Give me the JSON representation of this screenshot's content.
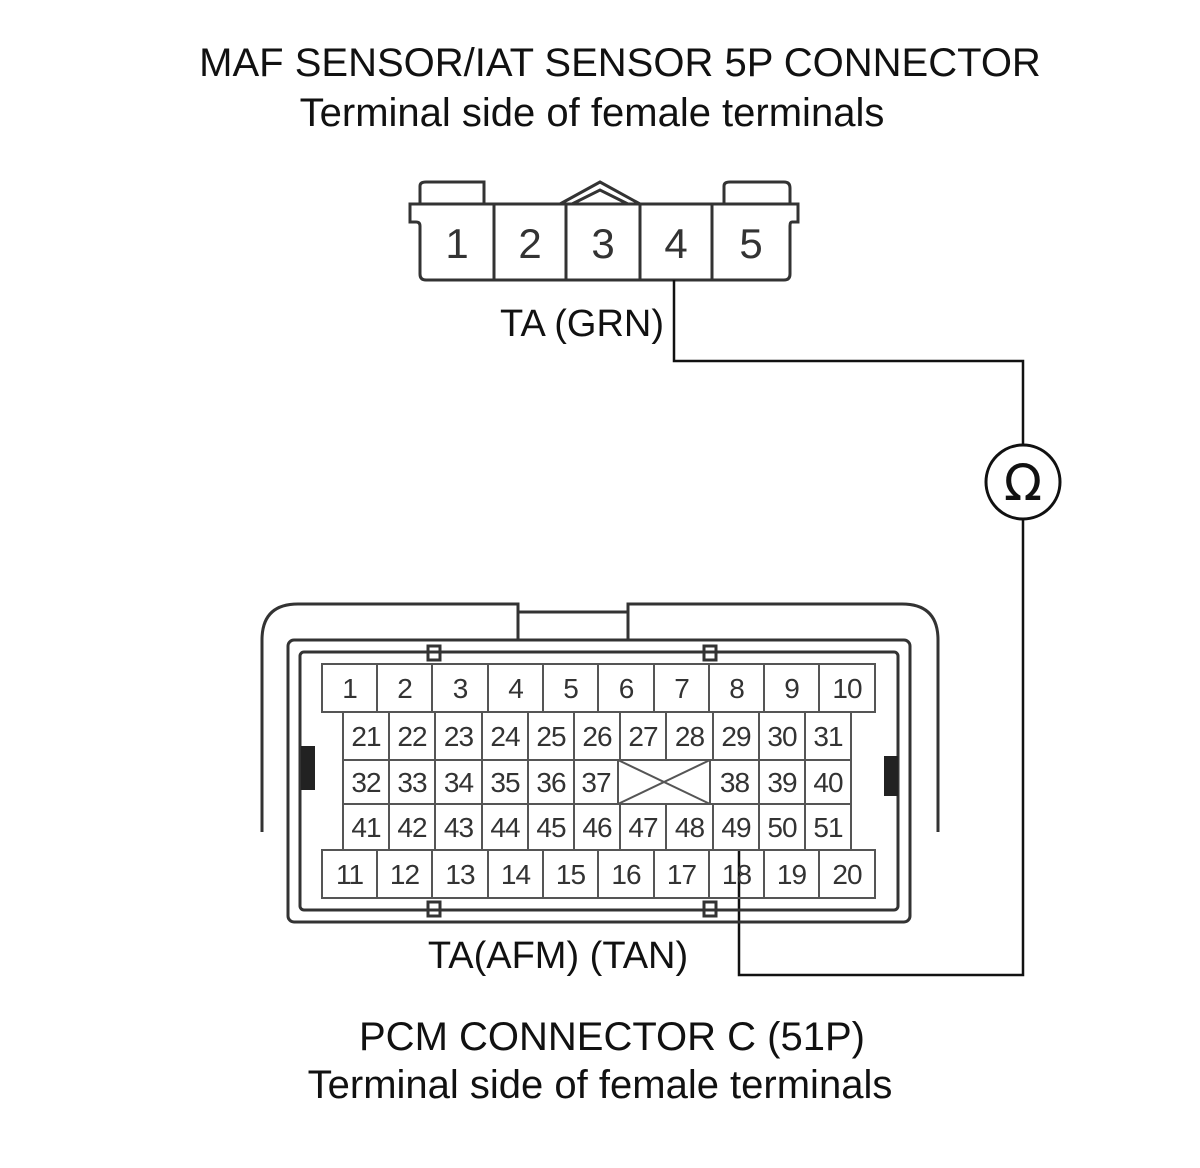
{
  "maf_connector": {
    "title": "MAF SENSOR/IAT SENSOR 5P CONNECTOR",
    "subtitle": "Terminal side of female terminals",
    "pins": [
      "1",
      "2",
      "3",
      "4",
      "5"
    ],
    "wire_label": "TA (GRN)"
  },
  "meter": {
    "symbol": "Ω",
    "icon": "ohmmeter-icon"
  },
  "pcm_connector": {
    "title": "PCM CONNECTOR C (51P)",
    "subtitle": "Terminal side of female terminals",
    "wire_label": "TA(AFM) (TAN)",
    "rows": [
      [
        "1",
        "2",
        "3",
        "4",
        "5",
        "6",
        "7",
        "8",
        "9",
        "10"
      ],
      [
        "21",
        "22",
        "23",
        "24",
        "25",
        "26",
        "27",
        "28",
        "29",
        "30",
        "31"
      ],
      [
        "32",
        "33",
        "34",
        "35",
        "36",
        "37",
        "38",
        "39",
        "40"
      ],
      [
        "41",
        "42",
        "43",
        "44",
        "45",
        "46",
        "47",
        "48",
        "49",
        "50",
        "51"
      ],
      [
        "11",
        "12",
        "13",
        "14",
        "15",
        "16",
        "17",
        "18",
        "19",
        "20"
      ]
    ]
  }
}
